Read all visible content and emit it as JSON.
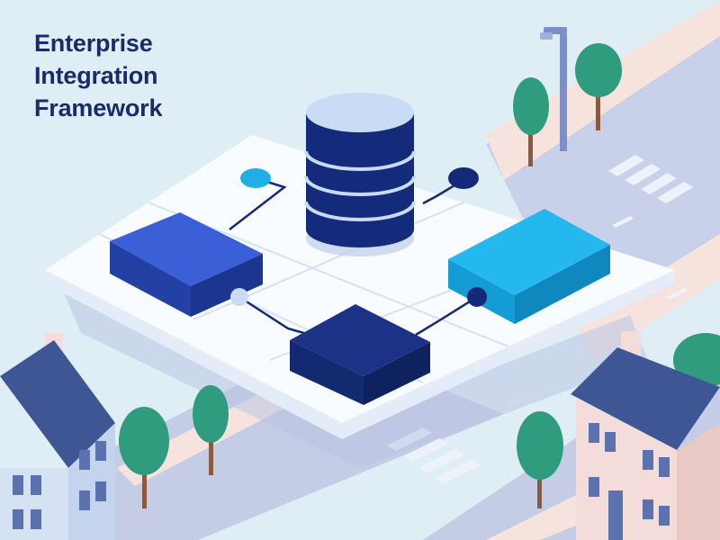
{
  "headline": {
    "line1": "Enterprise",
    "line2": "Integration",
    "line3": "Framework"
  },
  "colors": {
    "sky": "#dfeef4",
    "road": "#c4cce6",
    "sidewalk": "#f6e3de",
    "platform_top": "#f8fbff",
    "platform_grid": "#d6e2f4",
    "database_body": "#142a7a",
    "database_top": "#c9dcf6",
    "module_blue": "#2b4fc1",
    "module_cyan": "#19aee7",
    "module_navy": "#142a78",
    "connector": "#142a78",
    "node_cyan": "#20aee6",
    "tree_green": "#2f9c7e",
    "tree_trunk": "#8a5a3c",
    "house_wall": "#f3dcda",
    "house_wall_left": "#d4e2f4",
    "house_roof": "#3f5694",
    "headline_text": "#1b2a6b"
  },
  "icons": [
    "database-icon",
    "tree-icon",
    "house-icon",
    "street-lamp-icon",
    "connector-node-icon"
  ]
}
